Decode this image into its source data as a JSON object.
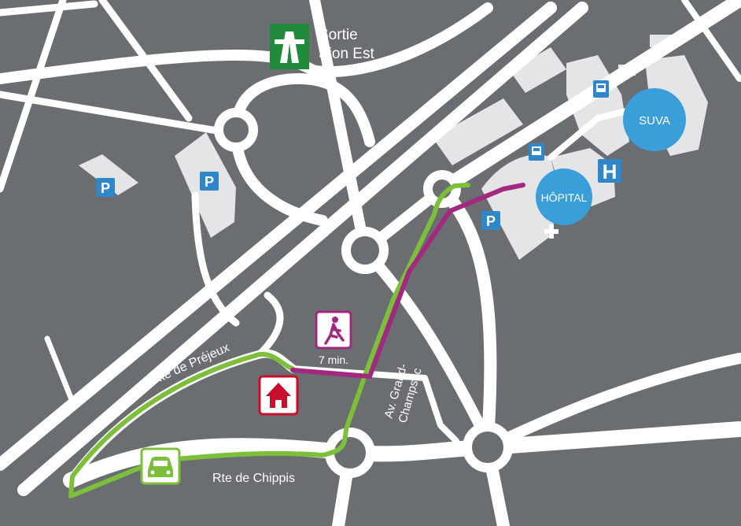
{
  "colors": {
    "background": "#6b6e71",
    "road": "#ffffff",
    "building": "#e4e5e6",
    "walk_route": "#a3287f",
    "car_route": "#7dbf3b",
    "info_blue": "#3a9fd9",
    "parking_blue": "#2f86c9",
    "highway_green": "#1f8a3a",
    "home_red": "#c8102e"
  },
  "labels": {
    "exit_line1": "Sortie",
    "exit_line2": "Sion Est",
    "suva": "SUVA",
    "hospital": "HÔPITAL",
    "walk_time": "7 min.",
    "rte_prejeux": "Rte de Préjeux",
    "rte_chippis": "Rte de Chippis",
    "av_line1": "Av. Grand-",
    "av_line2": "Champsec",
    "parking": "P",
    "hospital_h": "H"
  },
  "icons": {
    "highway": "highway-exit-icon",
    "parking": "parking-icon",
    "bus": "bus-stop-icon",
    "hospital": "hospital-h-icon",
    "cross": "medical-cross-icon",
    "walk": "pedestrian-icon",
    "home": "home-icon",
    "car": "car-icon"
  }
}
